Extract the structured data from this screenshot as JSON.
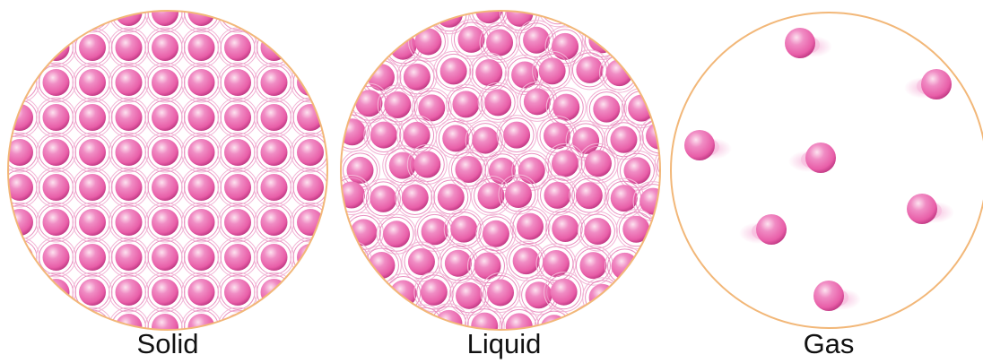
{
  "panels": {
    "solid": {
      "label": "Solid"
    },
    "liquid": {
      "label": "Liquid"
    },
    "gas": {
      "label": "Gas"
    }
  },
  "colors": {
    "particle": "#e85ea8",
    "particle_dark": "#c23a85",
    "particle_highlight": "#fde3f0",
    "ring": "#e98fc0",
    "circle_border": "#f2b778",
    "gas_trail": "#f6b9dc",
    "label_text": "#111111"
  }
}
